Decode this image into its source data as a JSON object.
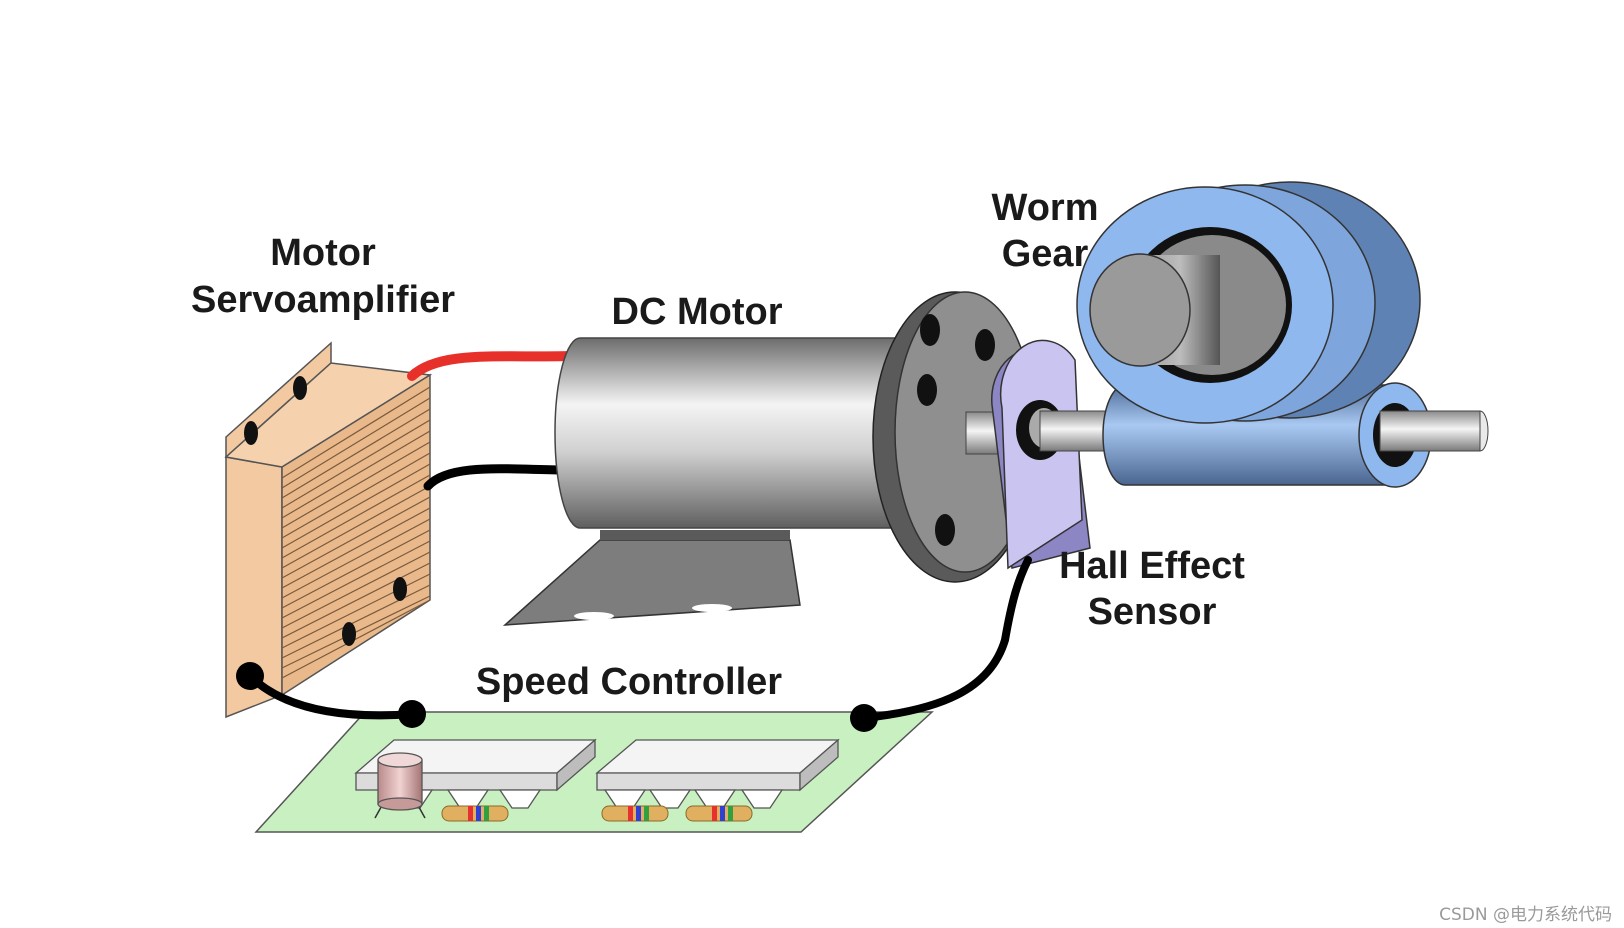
{
  "labels": {
    "servo_line1": "Motor",
    "servo_line2": "Servoamplifier",
    "dc_motor": "DC Motor",
    "worm_line1": "Worm",
    "worm_line2": "Gear",
    "hall_line1": "Hall Effect",
    "hall_line2": "Sensor",
    "speed_controller": "Speed Controller"
  },
  "watermark": "CSDN @电力系统代码",
  "colors": {
    "heatsink": "#f2c9a0",
    "motor_body": "#c8c8c8",
    "flange": "#8f8f8f",
    "gear": "#8fb8ee",
    "sensor": "#c9c4f0",
    "pcb": "#c8f0c0",
    "wire_red": "#e8302a",
    "wire_black": "#000000"
  }
}
